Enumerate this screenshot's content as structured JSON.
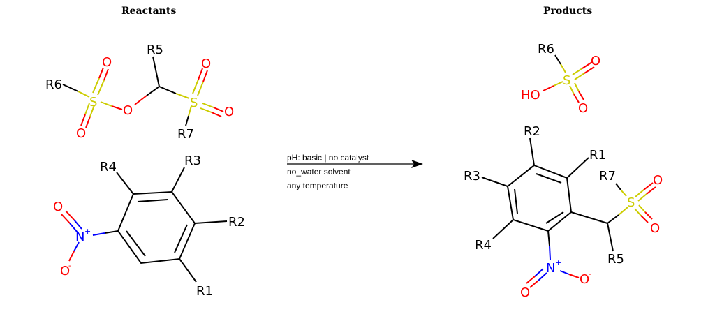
{
  "headers": {
    "reactants": "Reactants",
    "products": "Products"
  },
  "conditions": [
    "pH: basic | no catalyst",
    "no_water solvent",
    "any temperature"
  ],
  "atoms": {
    "O": "O",
    "S": "S",
    "N": "N",
    "HO": "HO",
    "plus": "+",
    "minus": "-",
    "R1": "R1",
    "R2": "R2",
    "R3": "R3",
    "R4": "R4",
    "R5": "R5",
    "R6": "R6",
    "R7": "R7"
  },
  "colors": {
    "oxygen": "#ff0000",
    "sulfur": "#cccc00",
    "nitrogen": "#0000ff",
    "bond": "#000000"
  }
}
